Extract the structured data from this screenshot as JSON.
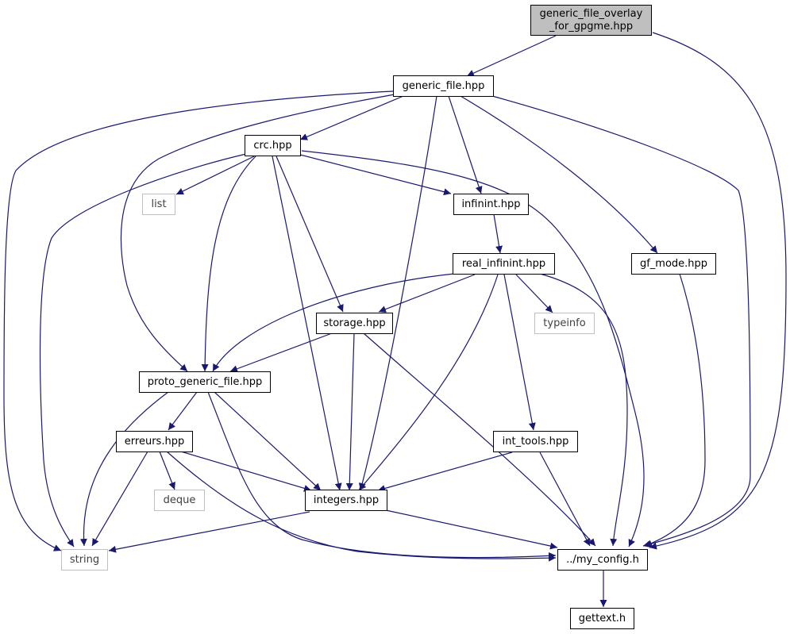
{
  "nodes": {
    "generic_file_overlay_for_gpgme_hpp": {
      "line1": "generic_file_overlay",
      "line2": "_for_gpgme.hpp"
    },
    "generic_file_hpp": {
      "label": "generic_file.hpp"
    },
    "crc_hpp": {
      "label": "crc.hpp"
    },
    "list": {
      "label": "list"
    },
    "infinint_hpp": {
      "label": "infinint.hpp"
    },
    "real_infinint_hpp": {
      "label": "real_infinint.hpp"
    },
    "gf_mode_hpp": {
      "label": "gf_mode.hpp"
    },
    "storage_hpp": {
      "label": "storage.hpp"
    },
    "typeinfo": {
      "label": "typeinfo"
    },
    "proto_generic_file_hpp": {
      "label": "proto_generic_file.hpp"
    },
    "erreurs_hpp": {
      "label": "erreurs.hpp"
    },
    "int_tools_hpp": {
      "label": "int_tools.hpp"
    },
    "deque": {
      "label": "deque"
    },
    "integers_hpp": {
      "label": "integers.hpp"
    },
    "string": {
      "label": "string"
    },
    "my_config_h": {
      "label": "../my_config.h"
    },
    "gettext_h": {
      "label": "gettext.h"
    }
  },
  "colors": {
    "edge": "#191970",
    "root_fill": "#bfbfbf",
    "system_border": "#bfbfbf",
    "system_text": "#404040"
  }
}
